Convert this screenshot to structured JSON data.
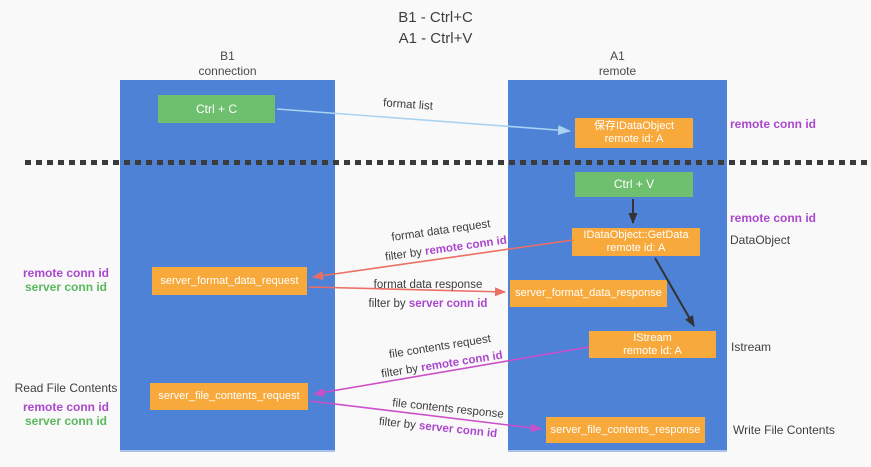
{
  "title": {
    "line1": "B1 - Ctrl+C",
    "line2": "A1 - Ctrl+V"
  },
  "columns": {
    "left": {
      "name": "B1",
      "sub": "connection"
    },
    "right": {
      "name": "A1",
      "sub": "remote"
    }
  },
  "boxes": {
    "ctrl_c": "Ctrl + C",
    "ctrl_v": "Ctrl + V",
    "save_idataobject": {
      "line1": "保存IDataObject",
      "line2": "remote id: A"
    },
    "getdata": {
      "line1": "IDataObject::GetData",
      "line2": "remote id: A"
    },
    "istream": {
      "line1": "IStream",
      "line2": "remote id: A"
    },
    "fmt_request": "server_format_data_request",
    "fmt_response": "server_format_data_response",
    "file_request": "server_file_contents_request",
    "file_response": "server_file_contents_response"
  },
  "edges": {
    "format_list": "format list",
    "format_data_request": "format data request",
    "format_data_response": "format data response",
    "file_contents_request": "file contents request",
    "file_contents_response": "file contents response",
    "filter_by": "filter by ",
    "remote_conn_id": "remote conn id",
    "server_conn_id": "server conn id"
  },
  "side_labels": {
    "right_remote_conn_top": "remote conn id",
    "right_remote_conn_mid": "remote conn id",
    "dataobject": "DataObject",
    "istream": "Istream",
    "write_file_contents": "Write File Contents",
    "read_file_contents": "Read File Contents",
    "left_remote_conn_1": "remote conn id",
    "left_server_conn_1": "server conn id",
    "left_remote_conn_2": "remote conn id",
    "left_server_conn_2": "server conn id"
  },
  "colors": {
    "lane_blue": "#4d82d7",
    "box_green": "#6ec06f",
    "box_orange": "#f7a93c",
    "purple_text": "#ab47cc",
    "green_text": "#5bb85e",
    "arrow_blue": "#a9d3f1",
    "arrow_red": "#ec6f64",
    "arrow_magenta": "#cb4fc9",
    "arrow_black": "#333333"
  }
}
